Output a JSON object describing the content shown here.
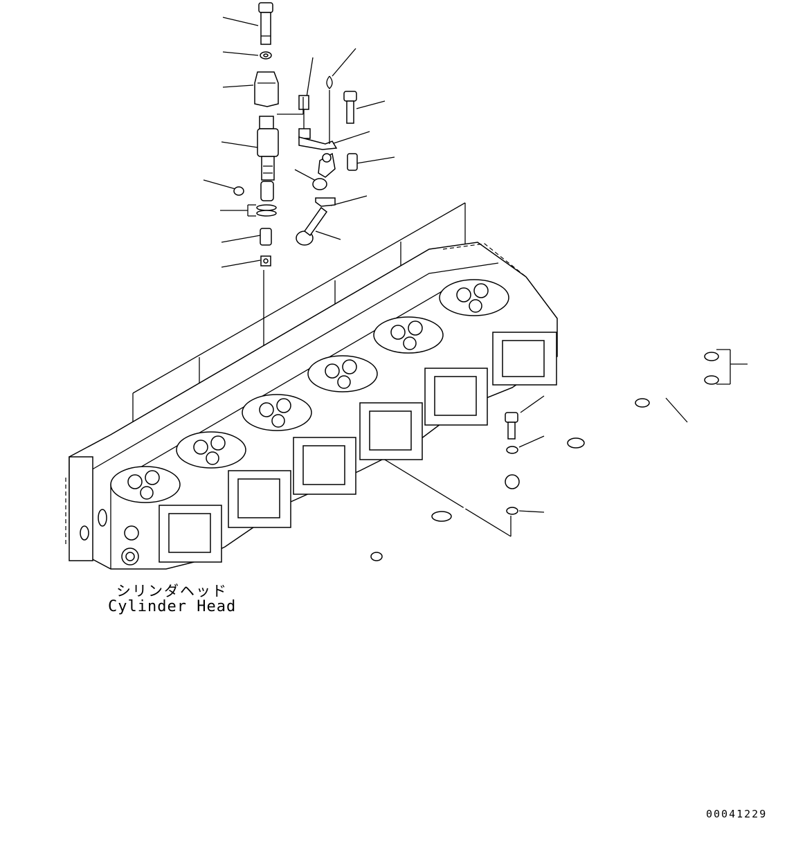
{
  "component_label": {
    "japanese": "シリンダヘッド",
    "english": "Cylinder Head"
  },
  "drawing_number": "00041229",
  "colors": {
    "line": "#000000",
    "background": "#ffffff"
  },
  "icons": [
    "bolt-icon",
    "washer-icon",
    "clamp-icon",
    "injector-icon",
    "o-ring-icon",
    "sleeve-icon",
    "connector-icon",
    "bracket-icon",
    "tube-icon",
    "cylinder-head-icon"
  ]
}
